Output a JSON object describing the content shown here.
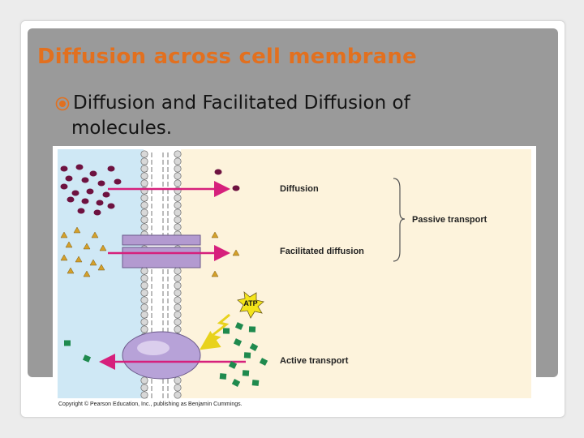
{
  "slide": {
    "title": "Diffusion across cell membrane",
    "bullet_line1": "Diffusion and Facilitated Diffusion of",
    "bullet_line2": "molecules."
  },
  "figure": {
    "labels": {
      "diffusion": "Diffusion",
      "facilitated": "Facilitated diffusion",
      "active": "Active transport",
      "passive": "Passive transport",
      "atp": "ATP"
    },
    "copyright": "Copyright © Pearson Education, Inc., publishing as Benjamin Cummings."
  },
  "colors": {
    "title": "#e2701f",
    "outside": "#cfe8f5",
    "inside": "#fdf3dc",
    "arrow": "#d6207c",
    "molecule_circle": "#6e1240",
    "molecule_triangle": "#d4a02a",
    "molecule_square": "#1f8a4e",
    "protein": "#b39ad0"
  }
}
